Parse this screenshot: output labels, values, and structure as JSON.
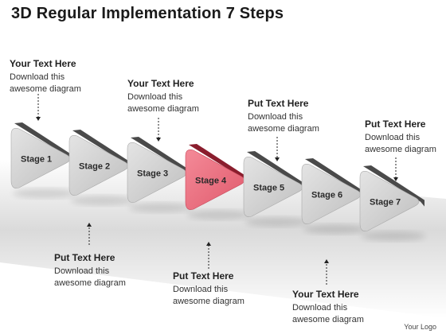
{
  "title": "3D Regular Implementation 7 Steps",
  "logo_text": "Your Logo",
  "colors": {
    "stage_face": "#d3d3d3",
    "stage_side": "#4a4a4a",
    "highlight_face": "#ef6f80",
    "highlight_side": "#8a1d2d",
    "label": "#2a2a2a"
  },
  "stages": [
    {
      "label": "Stage 1",
      "highlight": false
    },
    {
      "label": "Stage 2",
      "highlight": false
    },
    {
      "label": "Stage 3",
      "highlight": false
    },
    {
      "label": "Stage 4",
      "highlight": true
    },
    {
      "label": "Stage 5",
      "highlight": false
    },
    {
      "label": "Stage 6",
      "highlight": false
    },
    {
      "label": "Stage 7",
      "highlight": false
    }
  ],
  "callouts": [
    {
      "heading": "Your Text Here",
      "line1": "Download this",
      "line2": "awesome diagram"
    },
    {
      "heading": "Put Text Here",
      "line1": "Download this",
      "line2": "awesome diagram"
    },
    {
      "heading": "Your Text Here",
      "line1": "Download this",
      "line2": "awesome diagram"
    },
    {
      "heading": "Put Text Here",
      "line1": "Download this",
      "line2": "awesome diagram"
    },
    {
      "heading": "Put Text Here",
      "line1": "Download this",
      "line2": "awesome diagram"
    },
    {
      "heading": "Your Text Here",
      "line1": "Download this",
      "line2": "awesome diagram"
    },
    {
      "heading": "Put Text Here",
      "line1": "Download this",
      "line2": "awesome diagram"
    }
  ]
}
